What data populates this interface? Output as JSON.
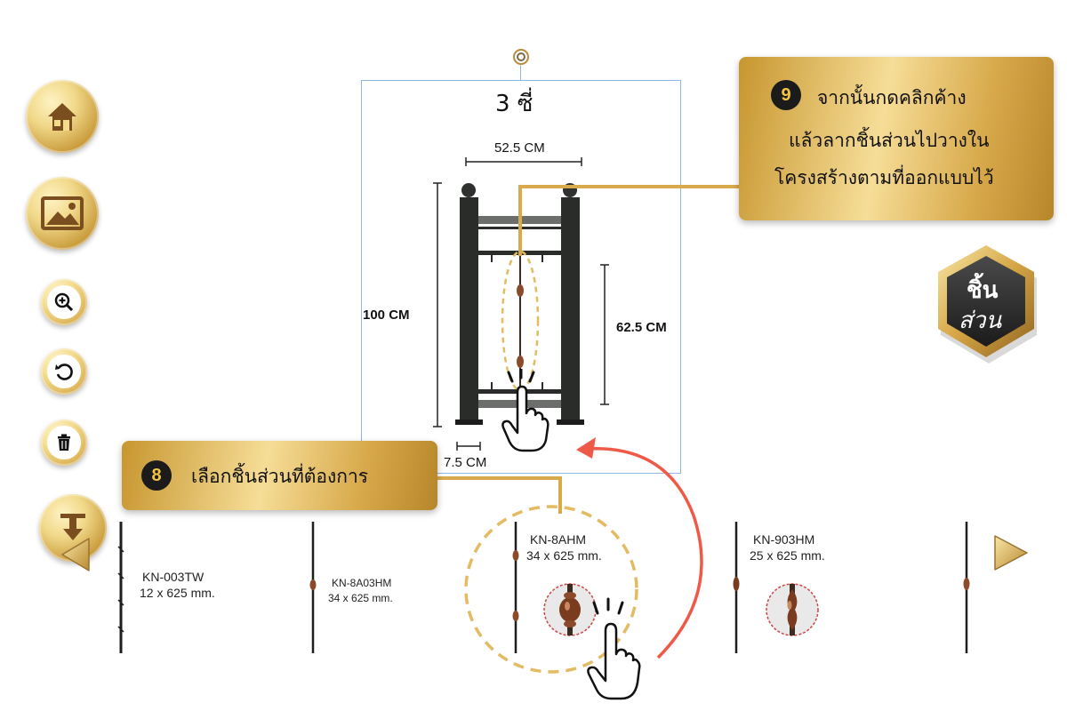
{
  "canvas": {
    "title": "3 ซี่",
    "width_label": "52.5 CM",
    "height_label": "100 CM",
    "inner_height_label": "62.5 CM",
    "base_label": "7.5 CM"
  },
  "callouts": {
    "step9": {
      "number": "9",
      "line1": "จากนั้นกดคลิกค้าง",
      "line2": "แล้วลากชิ้นส่วนไปวางใน",
      "line3": "โครงสร้างตามที่ออกแบบไว้"
    },
    "step8": {
      "number": "8",
      "text": "เลือกชิ้นส่วนที่ต้องการ"
    }
  },
  "badge": {
    "line1": "ชิ้น",
    "line2": "ส่วน"
  },
  "toolbar": {
    "home_icon": "home-icon",
    "image_icon": "image-icon",
    "zoom_icon": "zoom-in-icon",
    "rotate_icon": "rotate-icon",
    "trash_icon": "trash-icon",
    "download_icon": "download-icon"
  },
  "products": [
    {
      "code": "KN-003TW",
      "size": "12 x 625 mm."
    },
    {
      "code": "KN-8A03HM",
      "size": "34 x 625 mm."
    },
    {
      "code": "KN-8AHM",
      "size": "34 x 625 mm."
    },
    {
      "code": "KN-903HM",
      "size": "25 x 625 mm."
    }
  ],
  "colors": {
    "gold": "#d8aa4c",
    "frame_blue": "#8fb6e0",
    "arrow_red": "#ef5a48",
    "dash_gold": "#e3bb62"
  }
}
